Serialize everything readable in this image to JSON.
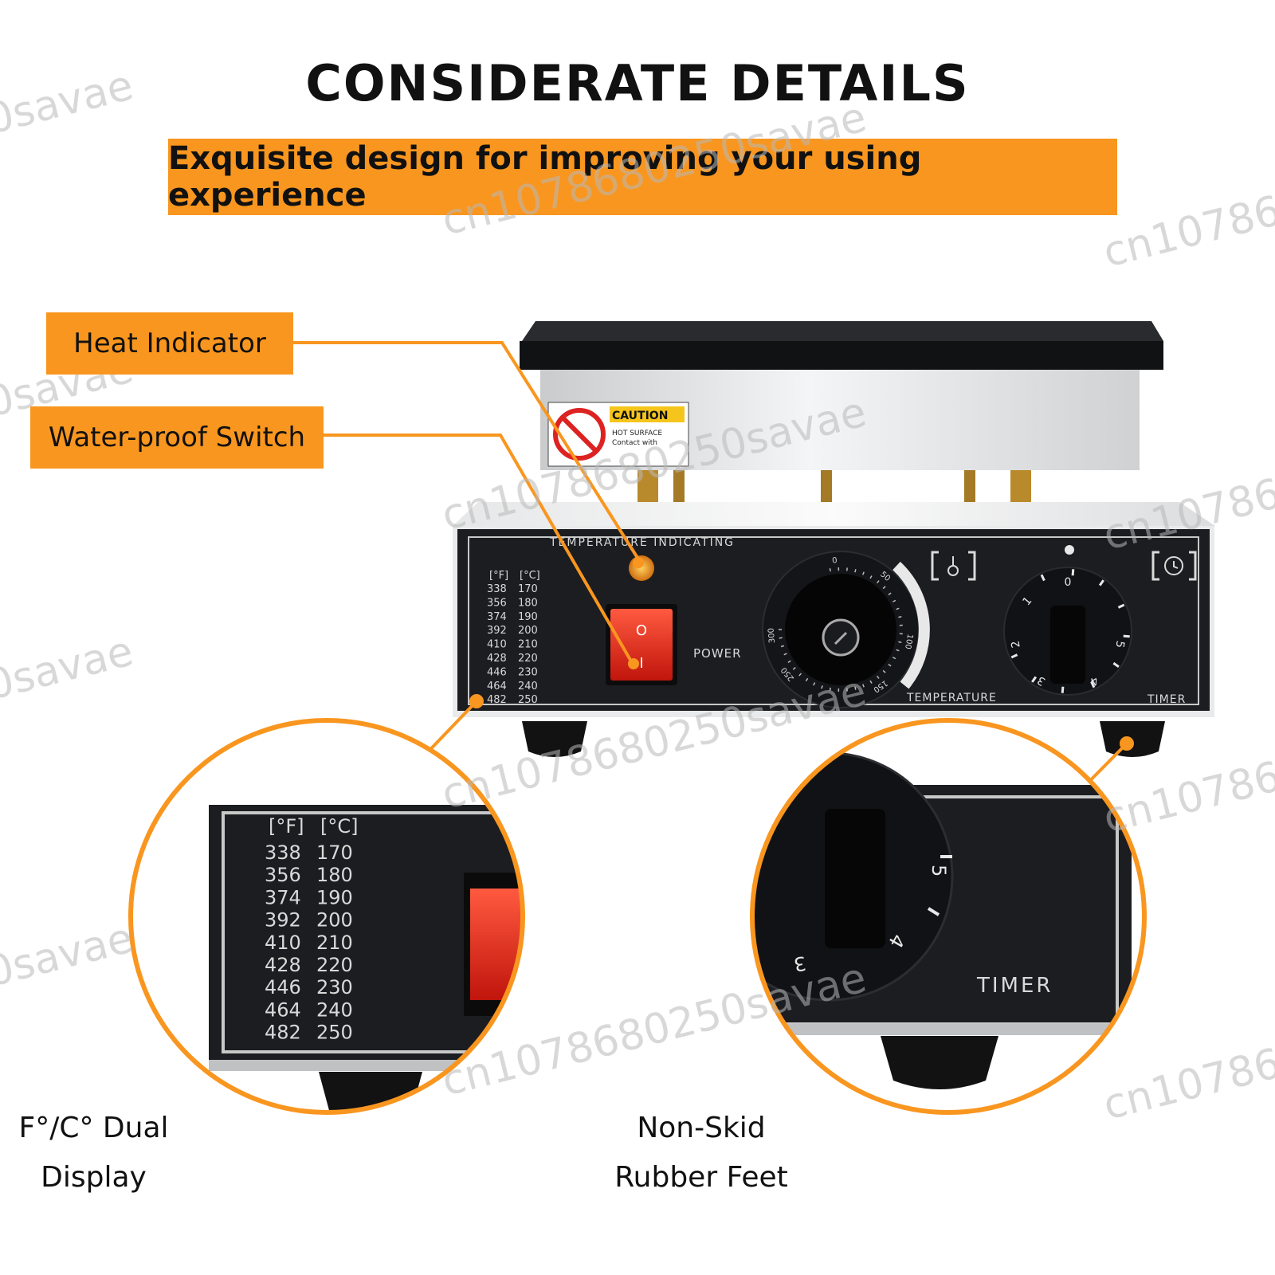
{
  "title": "CONSIDERATE DETAILS",
  "banner": "Exquisite design for improving your using experience",
  "callouts": {
    "heat_indicator": "Heat Indicator",
    "switch": "Water-proof Switch"
  },
  "captions": {
    "dual_display_line1": "F°/C° Dual",
    "dual_display_line2": "Display",
    "feet_line1": "Non-Skid",
    "feet_line2": "Rubber Feet"
  },
  "panel": {
    "temp_indicating": "TEMPERATURE   INDICATING",
    "power": "POWER",
    "temperature": "TEMPERATURE",
    "timer": "TIMER",
    "caution": "CAUTION",
    "caution_line1": "HOT SURFACE",
    "caution_line2": "Contact with",
    "switch_on": "I",
    "switch_off": "O"
  },
  "temp_table": {
    "header_f": "[°F]",
    "header_c": "[°C]",
    "rows": [
      [
        "338",
        "170"
      ],
      [
        "356",
        "180"
      ],
      [
        "374",
        "190"
      ],
      [
        "392",
        "200"
      ],
      [
        "410",
        "210"
      ],
      [
        "428",
        "220"
      ],
      [
        "446",
        "230"
      ],
      [
        "464",
        "240"
      ],
      [
        "482",
        "250"
      ]
    ]
  },
  "temp_dial_marks": [
    "0",
    "50",
    "100",
    "150",
    "250",
    "300"
  ],
  "timer_dial_marks": [
    "0",
    "1",
    "2",
    "3",
    "4",
    "5"
  ],
  "watermark": "cn10786802​50savae",
  "colors": {
    "accent": "#f9961f",
    "panel": "#1a1c20",
    "steel": "#d6d8da",
    "switch_red": "#e02a1c",
    "lamp": "#f0a020"
  }
}
